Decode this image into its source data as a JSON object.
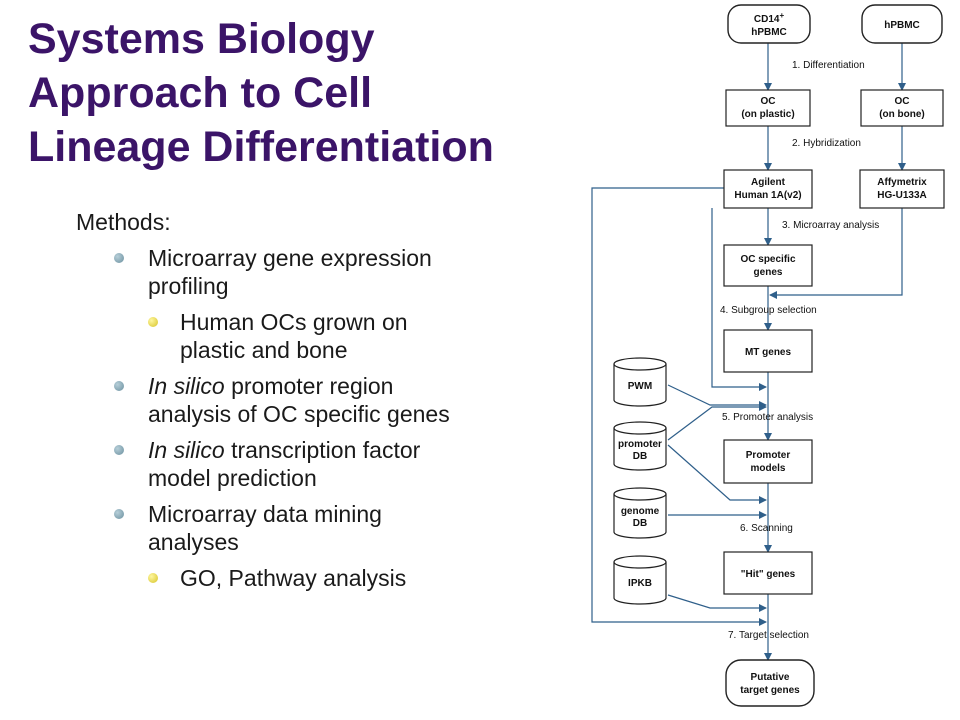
{
  "slide": {
    "title_lines": [
      "Systems Biology",
      "Approach to Cell",
      "Lineage Differentiation"
    ],
    "methods_heading": "Methods:",
    "bullet1": {
      "text": "Microarray gene expression profiling"
    },
    "bullet1_sub": {
      "text": "Human OCs grown on plastic and bone"
    },
    "bullet2": {
      "italic": "In silico",
      "rest": " promoter region analysis of OC specific genes"
    },
    "bullet3": {
      "italic": "In silico",
      "rest": " transcription factor model prediction"
    },
    "bullet4": {
      "text": "Microarray data mining analyses"
    },
    "bullet4_sub": {
      "text": "GO, Pathway analysis"
    }
  },
  "flowchart": {
    "boxes": {
      "cd14": {
        "line1": "CD14",
        "sup": "+",
        "line2": "hPBMC"
      },
      "hpbmc": {
        "line1": "hPBMC"
      },
      "oc_plastic": {
        "line1": "OC",
        "line2": "(on plastic)"
      },
      "oc_bone": {
        "line1": "OC",
        "line2": "(on bone)"
      },
      "agilent": {
        "line1": "Agilent",
        "line2": "Human 1A(v2)"
      },
      "affymetrix": {
        "line1": "Affymetrix",
        "line2": "HG-U133A"
      },
      "oc_specific": {
        "line1": "OC specific",
        "line2": "genes"
      },
      "mt_genes": {
        "line1": "MT genes"
      },
      "promoter_models": {
        "line1": "Promoter",
        "line2": "models"
      },
      "hit_genes": {
        "line1": "\"Hit\" genes"
      },
      "putative": {
        "line1": "Putative",
        "line2": "target genes"
      }
    },
    "databases": {
      "pwm": {
        "line1": "PWM"
      },
      "promoter_db": {
        "line1": "promoter",
        "line2": "DB"
      },
      "genome_db": {
        "line1": "genome",
        "line2": "DB"
      },
      "ipkb": {
        "line1": "IPKB"
      }
    },
    "steps": {
      "s1": "1. Differentiation",
      "s2": "2. Hybridization",
      "s3": "3. Microarray analysis",
      "s4": "4. Subgroup selection",
      "s5": "5. Promoter analysis",
      "s6": "6. Scanning",
      "s7": "7. Target selection"
    }
  }
}
